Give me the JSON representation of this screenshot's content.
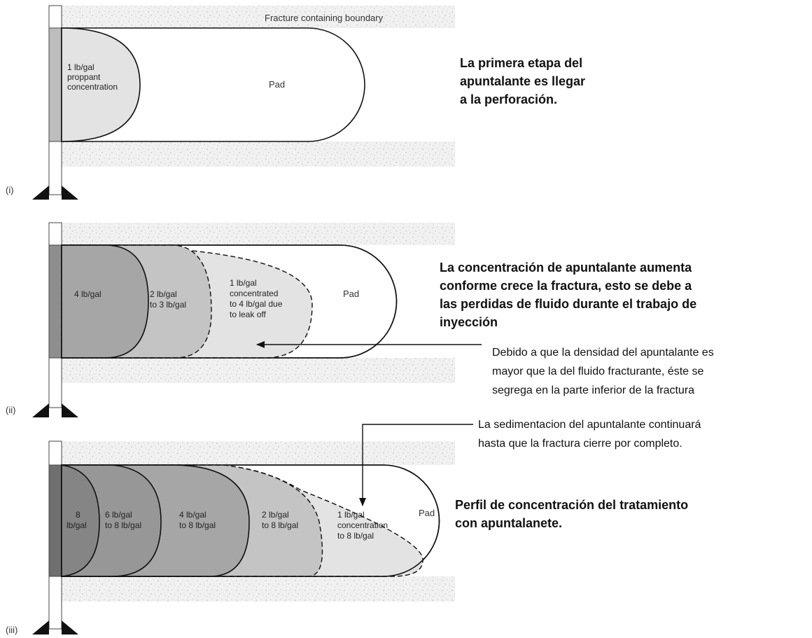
{
  "panel1": {
    "id": "(i)",
    "boundary": "Fracture containing boundary",
    "stage1_l1": "1 lb/gal",
    "stage1_l2": "proppant",
    "stage1_l3": "concentration",
    "pad": "Pad",
    "desc": [
      "La primera etapa del",
      "apuntalante es llegar",
      "a la perforación."
    ]
  },
  "panel2": {
    "id": "(ii)",
    "s1": "4 lb/gal",
    "s2_l1": "2 lb/gal",
    "s2_l2": "to 3 lb/gal",
    "s3_l1": "1 lb/gal",
    "s3_l2": "concentrated",
    "s3_l3": "to 4 lb/gal due",
    "s3_l4": "to leak off",
    "pad": "Pad",
    "desc": [
      "La concentración de apuntalante aumenta",
      "conforme crece la fractura, esto se debe a",
      "las perdidas de fluido  durante el trabajo de",
      "inyección"
    ],
    "note": [
      "Debido a que la densidad del apuntalante es",
      "mayor que la del fluido fracturante, éste se",
      "segrega en la parte inferior de la fractura"
    ]
  },
  "panel3": {
    "id": "(iii)",
    "s1_l1": "8",
    "s1_l2": "lb/gal",
    "s2_l1": "6 lb/gal",
    "s2_l2": "to 8 lb/gal",
    "s3_l1": "4 lb/gal",
    "s3_l2": "to 8 lb/gal",
    "s4_l1": "2 lb/gal",
    "s4_l2": "to 8 lb/gal",
    "s5_l1": "1 lb/gal",
    "s5_l2": "concentration",
    "s5_l3": "to 8 lb/gal",
    "pad": "Pad",
    "note": [
      "La sedimentacion del apuntalante continuará",
      "hasta que la fractura cierre por completo."
    ],
    "desc": [
      "Perfil de concentración del tratamiento",
      "con apuntalanete."
    ]
  },
  "colors": {
    "stage_light": "#e3e3e3",
    "stage_mid": "#c4c4c4",
    "stage_dark": "#a6a6a6",
    "stage_darkest": "#8e8e8e",
    "rock": "#efefef",
    "wellbore": "#888888"
  }
}
